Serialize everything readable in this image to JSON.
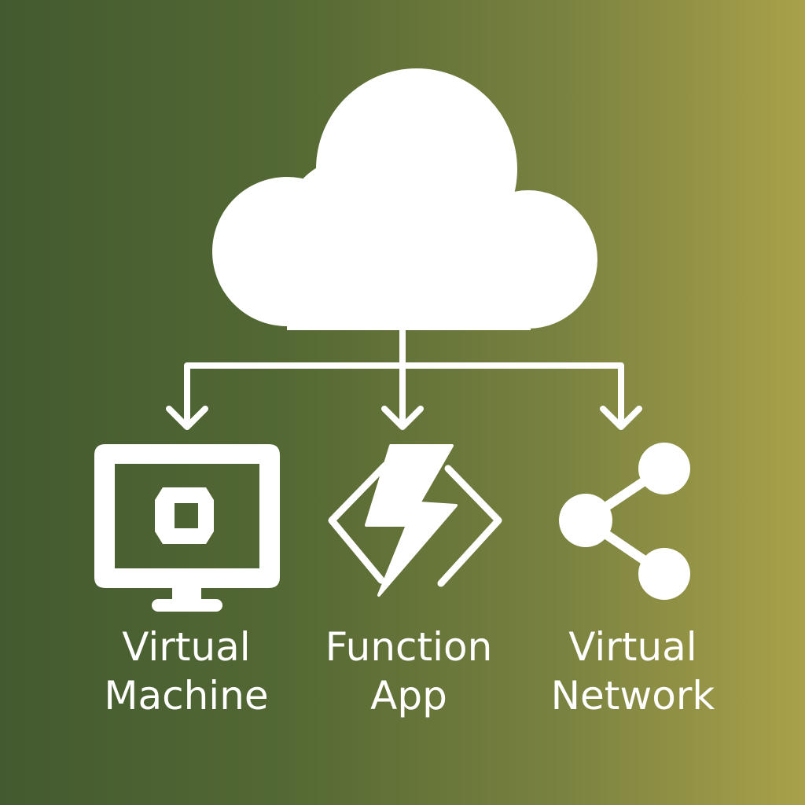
{
  "title": "Cloud services diagram",
  "nodes": [
    {
      "line1": "Virtual",
      "line2": "Machine",
      "icon": "monitor-icon"
    },
    {
      "line1": "Function",
      "line2": "App",
      "icon": "function-app-icon"
    },
    {
      "line1": "Virtual",
      "line2": "Network",
      "icon": "share-network-icon"
    }
  ],
  "colors": {
    "gradient_left": "#435a30",
    "gradient_right": "#a9a14a",
    "foreground": "#ffffff"
  }
}
